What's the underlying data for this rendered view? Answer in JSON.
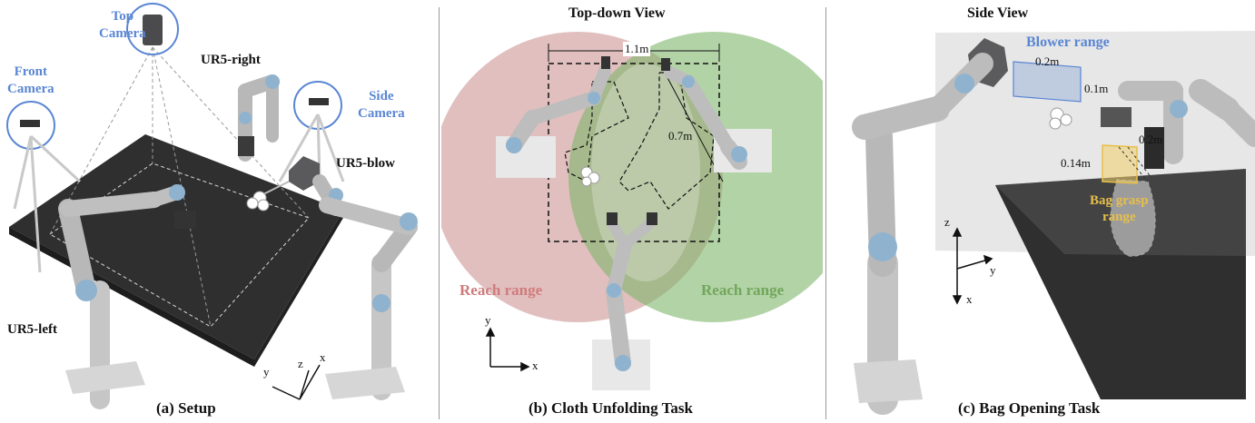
{
  "panel_a": {
    "caption": "(a) Setup",
    "top_camera": "Top\nCamera",
    "top_camera_l1": "Top",
    "top_camera_l2": "Camera",
    "front_camera_l1": "Front",
    "front_camera_l2": "Camera",
    "side_camera_l1": "Side",
    "side_camera_l2": "Camera",
    "ur5_right": "UR5-right",
    "ur5_blow": "UR5-blow",
    "ur5_left": "UR5-left",
    "axis_x": "x",
    "axis_y": "y",
    "axis_z": "z"
  },
  "panel_b": {
    "heading": "Top-down View",
    "caption": "(b) Cloth Unfolding Task",
    "width_label": "1.1m",
    "reach_label": "0.7m",
    "reach_left": "Reach range",
    "reach_right": "Reach range",
    "axis_x": "x",
    "axis_y": "y"
  },
  "panel_c": {
    "heading": "Side View",
    "caption": "(c) Bag Opening Task",
    "blower_range": "Blower range",
    "blower_w": "0.2m",
    "blower_h": "0.1m",
    "grasp_w": "0.2m",
    "grasp_h": "0.14m",
    "bag_grasp_l1": "Bag grasp",
    "bag_grasp_l2": "range",
    "axis_x": "x",
    "axis_y": "y",
    "axis_z": "z"
  },
  "colors": {
    "blue_label": "#5a86d4",
    "red_range": "#d07b7b",
    "green_range": "#72a65c",
    "yellow_range": "#e7bf4a",
    "table": "#2f2f30",
    "robot": "#b8b8b8",
    "joint_cap": "#8fb3cf"
  }
}
